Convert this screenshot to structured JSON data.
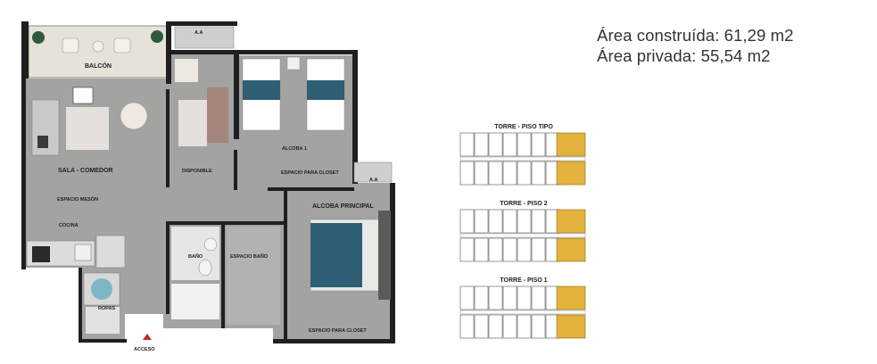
{
  "areas": {
    "built": "Área construída: 61,29 m2",
    "private": "Área privada: 55,54 m2"
  },
  "rooms": {
    "balcony": "BALCÓN",
    "aa_top": "A.A",
    "aa_right": "A.A",
    "living_dining": "SALA - COMEDOR",
    "available": "DISPONIBLE",
    "bedroom1": "ALCOBA 1",
    "closet1": "ESPACIO PARA CLOSET",
    "desk_space": "ESPACIO MESÓN",
    "kitchen": "COCINA",
    "master_bedroom": "ALCOBA PRINCIPAL",
    "bathroom": "BAÑO",
    "bath_space": "ESPACIO BAÑO",
    "laundry": "ROPAS",
    "closet_master": "ESPACIO PARA CLOSET",
    "entrance": "ACCESO"
  },
  "key_plans": [
    {
      "title": "TORRE - PISO TIPO"
    },
    {
      "title": "TORRE - PISO 2"
    },
    {
      "title": "TORRE - PISO 1"
    }
  ],
  "colors": {
    "floor": "#a3a3a1",
    "wall": "#1f1f1f",
    "bed_blue": "#2f5f75",
    "highlight_unit": "#e3b23c",
    "rug": "#e6e0dc"
  }
}
